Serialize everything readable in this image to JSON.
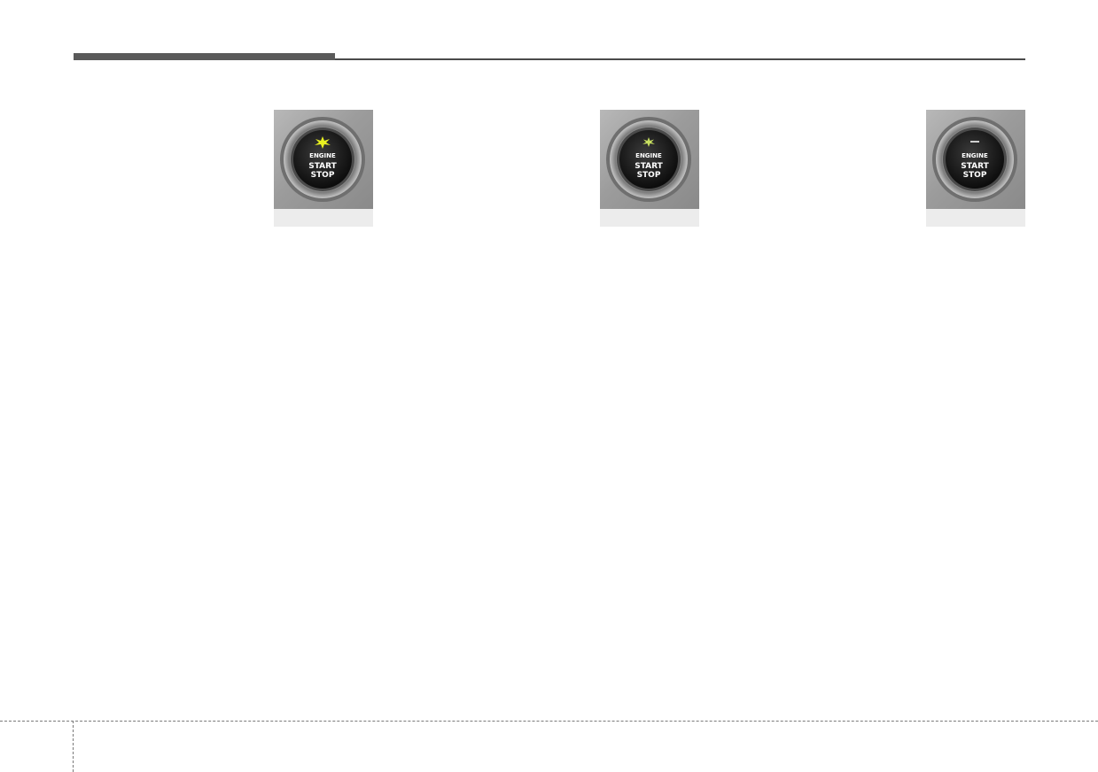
{
  "header": {
    "bar_color": "#5a5a5a",
    "rule_color": "#4a4a4a"
  },
  "figures": [
    {
      "indicator": "amber-starburst",
      "indicator_color": "#e8f020",
      "button": {
        "line1": "ENGINE",
        "line2": "START",
        "line3": "STOP"
      }
    },
    {
      "indicator": "green-starburst",
      "indicator_color": "#c8e060",
      "button": {
        "line1": "ENGINE",
        "line2": "START",
        "line3": "STOP"
      }
    },
    {
      "indicator": "off-dash",
      "indicator_color": "#d0d0d0",
      "button": {
        "line1": "ENGINE",
        "line2": "START",
        "line3": "STOP"
      }
    }
  ]
}
